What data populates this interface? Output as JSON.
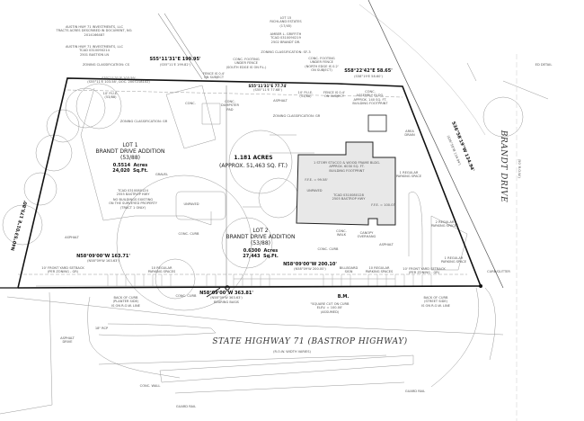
{
  "owners": {
    "north_lot": "LOT 15\nRICHLAND ESTATES\n(17/45)",
    "north_owner": "AMBER L. GRIFFITH\nTCAD 0310090219\n2502 BRANDT DR.",
    "northwest_owner_1": "AUSTIN HWY 71 INVESTMENTS, LLC\nTRACTS ACRES DESCRIBED IN DOCUMENT, NO.\n2014166487",
    "northwest_owner_2": "AUSTIN HWY 71 INVESTMENTS, LLC\nTCAD 0310090214\n2501 BASTION LN"
  },
  "zoning": {
    "north": "ZONING CLASSIFICATION: SF-3",
    "northwest": "ZONING CLASSIFICATION: CS",
    "lot1": "ZONING CLASSIFICATION: GR",
    "center": "ZONING CLASSIFICATION: GR"
  },
  "bearings": {
    "top_left": "S55°11'31\"E 199.95'",
    "top_left_record": "(S55°11'E 199.82')",
    "top_inner": "S55°11'31\"E 103.59'",
    "top_inner_record": "(S55°11'E 103.58', DOC. 2007218102)",
    "top_middle": "S55°11'31\"E 77.74'",
    "top_middle_record": "(S55°11'E 77.68')",
    "top_right": "S58°22'42\"E 58.65'",
    "top_right_record": "(S58°19'E 58.60')",
    "east": "S36°58'19\"W 134.94'",
    "east_record": "(S36°58'W 134.94')",
    "west": "N40°53'01\"E 175.80'",
    "bottom_left": "N58°09'00\"W 163.71'",
    "bottom_left_record": "(N58°09'W 163.63')",
    "bottom_middle": "N58°09'00\"W 363.81'",
    "bottom_middle_record": "(N58°09'W 363.63')",
    "bearing_basis": "BEARING BASIS",
    "bottom_right": "N58°09'00\"W 200.10'",
    "bottom_right_record": "(N58°09'W 200.00')"
  },
  "lots": {
    "lot1_title": "LOT 1\nBRANDT DRIVE ADDITION\n(53/88)",
    "lot1_area": "0.5514  Acres\n24,020  Sq.Ft.",
    "lot1_tcad": "TCAD 0310080124\n2555 BASTROP HWY",
    "lot1_note": "NO BUILDINGS EXISTING\nON THE SURVEYED PROPERTY\n(TRACT 1 ONLY)",
    "total_area": "1.181 ACRES",
    "total_area_approx": "(APPROX. 51,463 SQ. FT.)",
    "lot2_title": "LOT 2\nBRANDT DRIVE ADDITION\n(53/88)",
    "lot2_area": "0.6300  Acres\n27,443  Sq.Ft."
  },
  "building": {
    "description": "1 STORY STUCCO & WOOD FRAME BLDG.\nAPPROX. 6030 SQ. FT.\nBUILDING FOOTPRINT",
    "tcad": "TCAD 0310080128\n2505 BASTROP HWY",
    "ffe_west": "F.F.E. = 99.58'",
    "ffe_east": "F.F.E. = 100.07'",
    "canopy": "CANOPY\nOVERHANG"
  },
  "labels": {
    "asphalt": "ASPHALT",
    "gravel": "GRAVEL",
    "unpaved": "UNPAVED",
    "conc": "CONC.",
    "conc_curb": "CONC. CURB",
    "conc_walk": "CONC.\nWALK",
    "dumpster": "CONC.\nDUMPSTER\nPAD",
    "area_drain": "AREA\nDRAIN",
    "pue": "10' P.U.E.\n(53/88)",
    "regular_parking_10": "10 REGULAR\nPARKING SPACES",
    "regular_parking_1": "1 REGULAR\nPARKING SPACE",
    "regular_parking_2": "2 REGULAR\nPARKING SPACES",
    "setback": "10' FRONT YARD SETBACK\n(PER ZONING - GR)",
    "billboard": "BILLBOARD\nSIGN",
    "fence_footing": "CONC. FOOTING\nUNDER FENCE\n(SOUTH EDGE IS ON P.L.)",
    "fence_footing_2": "CONC. FOOTING\nUNDER FENCE\n(NORTH EDGE IS 0.2'\nON SUBJECT)",
    "fence_on_subject": "FENCE IS 0.4'\nON SUBJECT",
    "assembly": "CONC.\nASSEMBLY BLDG.\nAPPROX. 140 SQ. FT.\nBUILDING FOOTPRINT",
    "back_of_curb_planter": "BACK OF CURB\n(PLANTER SIDE)\nIS ON R.O.W. LINE",
    "back_of_curb_street": "BACK OF CURB\n(STREET SIDE)\nIS ON R.O.W. LINE",
    "bm": "B.M.",
    "bm_note": "\"SQUARE CUT ON CURB\nELEV. = 100.00'\n(ASSUMED)",
    "rcp": "18\" RCP",
    "asphalt_drive": "ASPHALT\nDRIVE",
    "conc_wall": "CONC. WALL",
    "guard_rail": "GUARD RAIL",
    "curb_gutter": "CURB/GUTTER",
    "ed_detail": "ED DETAIL"
  },
  "streets": {
    "highway": "STATE HIGHWAY 71 (BASTROP HIGHWAY)",
    "highway_row": "(R.O.W. WIDTH VARIES)",
    "brandt": "BRANDT DRIVE",
    "brandt_row": "(50' R.O.W.)"
  }
}
